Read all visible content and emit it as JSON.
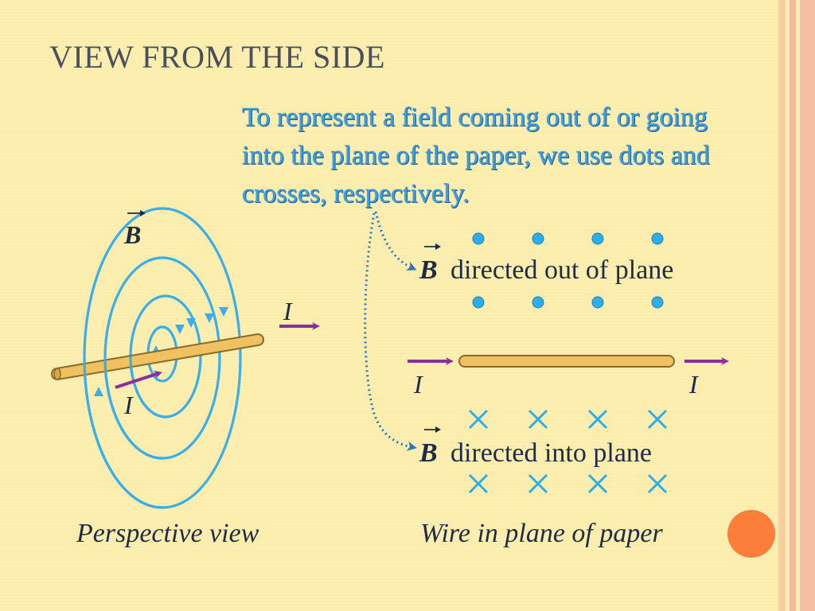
{
  "slide": {
    "title": "VIEW FROM THE SIDE",
    "intro": "To represent a field coming out of or going into the plane of the paper, we use dots and crosses, respectively."
  },
  "perspective": {
    "b_label": "B",
    "current_label_top": "I",
    "current_label_bottom": "I",
    "caption": "Perspective view"
  },
  "plane_view": {
    "out_b": "B",
    "out_text": "directed out of plane",
    "in_b": "B",
    "in_text": "directed into plane",
    "current_left": "I",
    "current_right": "I",
    "caption": "Wire in plane of paper"
  },
  "colors": {
    "background": "#fbeeb0",
    "field_blue": "#3aaee8",
    "current_purple": "#8a2f9a",
    "wire": "#f0c160",
    "accent_orange": "#fb7f3a"
  }
}
